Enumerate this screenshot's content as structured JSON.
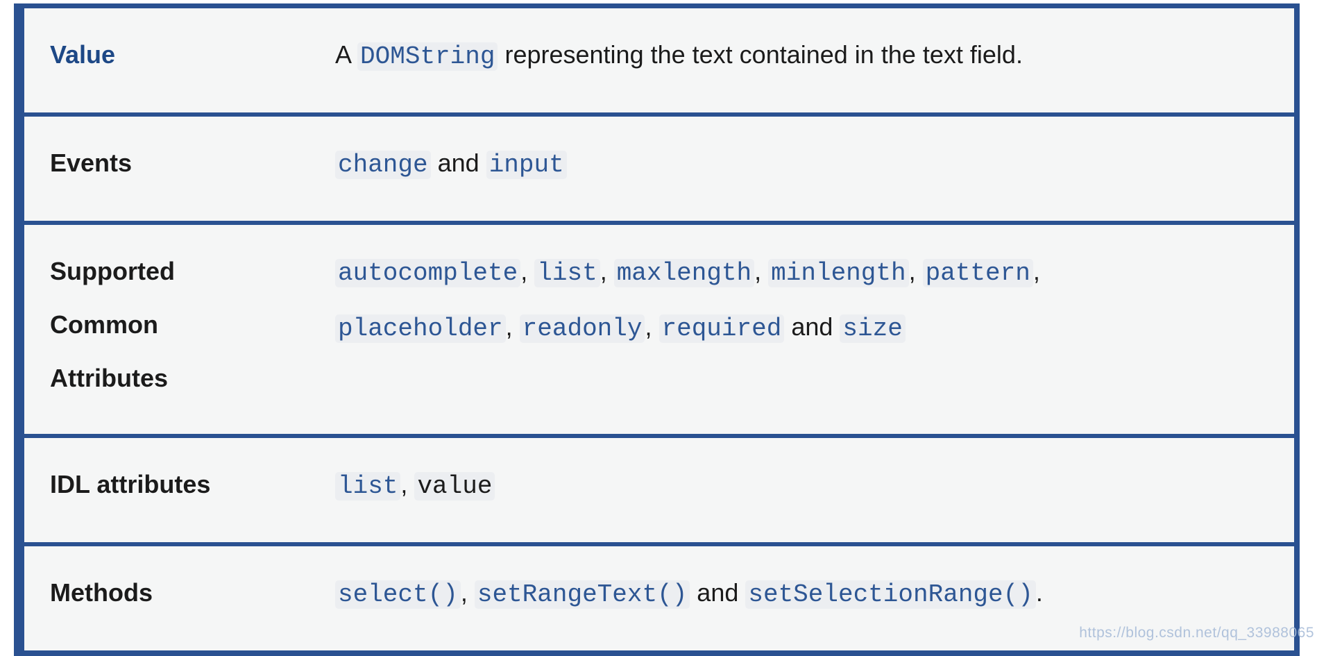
{
  "page": {
    "watermark": "https://blog.csdn.net/qq_33988065",
    "background": "#ffffff"
  },
  "table": {
    "border_color": "#2a5191",
    "cell_background": "#f5f6f6",
    "label_link_color": "#1d4886",
    "code_link_color": "#2d5694",
    "text_color": "#1b1b1b",
    "watermark_color": "#a9bdd9",
    "rows": [
      {
        "label": "Value",
        "header_is_link": true,
        "segments": [
          {
            "type": "text",
            "text": "A "
          },
          {
            "type": "code-link",
            "text": "DOMString"
          },
          {
            "type": "text",
            "text": " representing the text contained in the text field."
          }
        ]
      },
      {
        "label": "Events",
        "header_is_link": false,
        "segments": [
          {
            "type": "code-link",
            "text": "change"
          },
          {
            "type": "text",
            "text": " and "
          },
          {
            "type": "code-link",
            "text": "input"
          }
        ]
      },
      {
        "label": "Supported Common Attributes",
        "header_is_link": false,
        "segments": [
          {
            "type": "code-link",
            "text": "autocomplete"
          },
          {
            "type": "text",
            "text": ", "
          },
          {
            "type": "code-link",
            "text": "list"
          },
          {
            "type": "text",
            "text": ", "
          },
          {
            "type": "code-link",
            "text": "maxlength"
          },
          {
            "type": "text",
            "text": ", "
          },
          {
            "type": "code-link",
            "text": "minlength"
          },
          {
            "type": "text",
            "text": ", "
          },
          {
            "type": "code-link",
            "text": "pattern"
          },
          {
            "type": "text",
            "text": ", "
          },
          {
            "type": "break"
          },
          {
            "type": "code-link",
            "text": "placeholder"
          },
          {
            "type": "text",
            "text": ", "
          },
          {
            "type": "code-link",
            "text": "readonly"
          },
          {
            "type": "text",
            "text": ", "
          },
          {
            "type": "code-link",
            "text": "required"
          },
          {
            "type": "text",
            "text": " and "
          },
          {
            "type": "code-link",
            "text": "size"
          }
        ]
      },
      {
        "label": "IDL attributes",
        "header_is_link": false,
        "segments": [
          {
            "type": "code-link",
            "text": "list"
          },
          {
            "type": "text",
            "text": ", "
          },
          {
            "type": "code",
            "text": "value"
          }
        ]
      },
      {
        "label": "Methods",
        "header_is_link": false,
        "segments": [
          {
            "type": "code-link",
            "text": "select()"
          },
          {
            "type": "text",
            "text": ", "
          },
          {
            "type": "code-link",
            "text": "setRangeText()"
          },
          {
            "type": "text",
            "text": " and "
          },
          {
            "type": "code-link",
            "text": "setSelectionRange()"
          },
          {
            "type": "text",
            "text": "."
          }
        ]
      }
    ]
  }
}
